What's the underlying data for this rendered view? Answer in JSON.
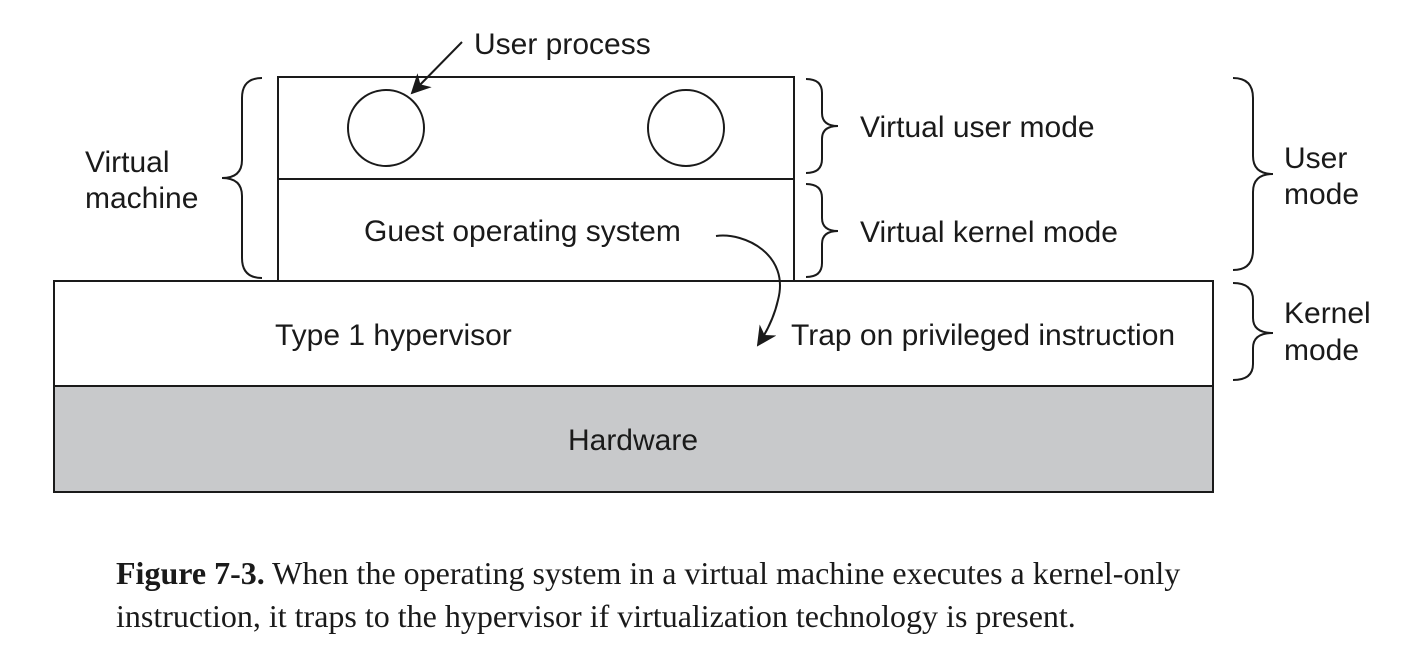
{
  "diagram": {
    "user_process_label": "User process",
    "virtual_machine_label": [
      "Virtual",
      "machine"
    ],
    "guest_os_label": "Guest operating system",
    "hypervisor_label": "Type 1 hypervisor",
    "trap_label": "Trap on privileged instruction",
    "hardware_label": "Hardware",
    "virtual_user_mode_label": "Virtual user mode",
    "virtual_kernel_mode_label": "Virtual kernel mode",
    "user_mode_label": [
      "User",
      "mode"
    ],
    "kernel_mode_label": [
      "Kernel",
      "mode"
    ],
    "colors": {
      "hardware_fill": "#c8c9cb",
      "stroke": "#1a1a1a"
    }
  },
  "caption": {
    "figure_number": "Figure 7-3.",
    "text": "When the operating system in a virtual machine executes a kernel-only instruction, it traps to the hypervisor if virtualization technology is present."
  }
}
